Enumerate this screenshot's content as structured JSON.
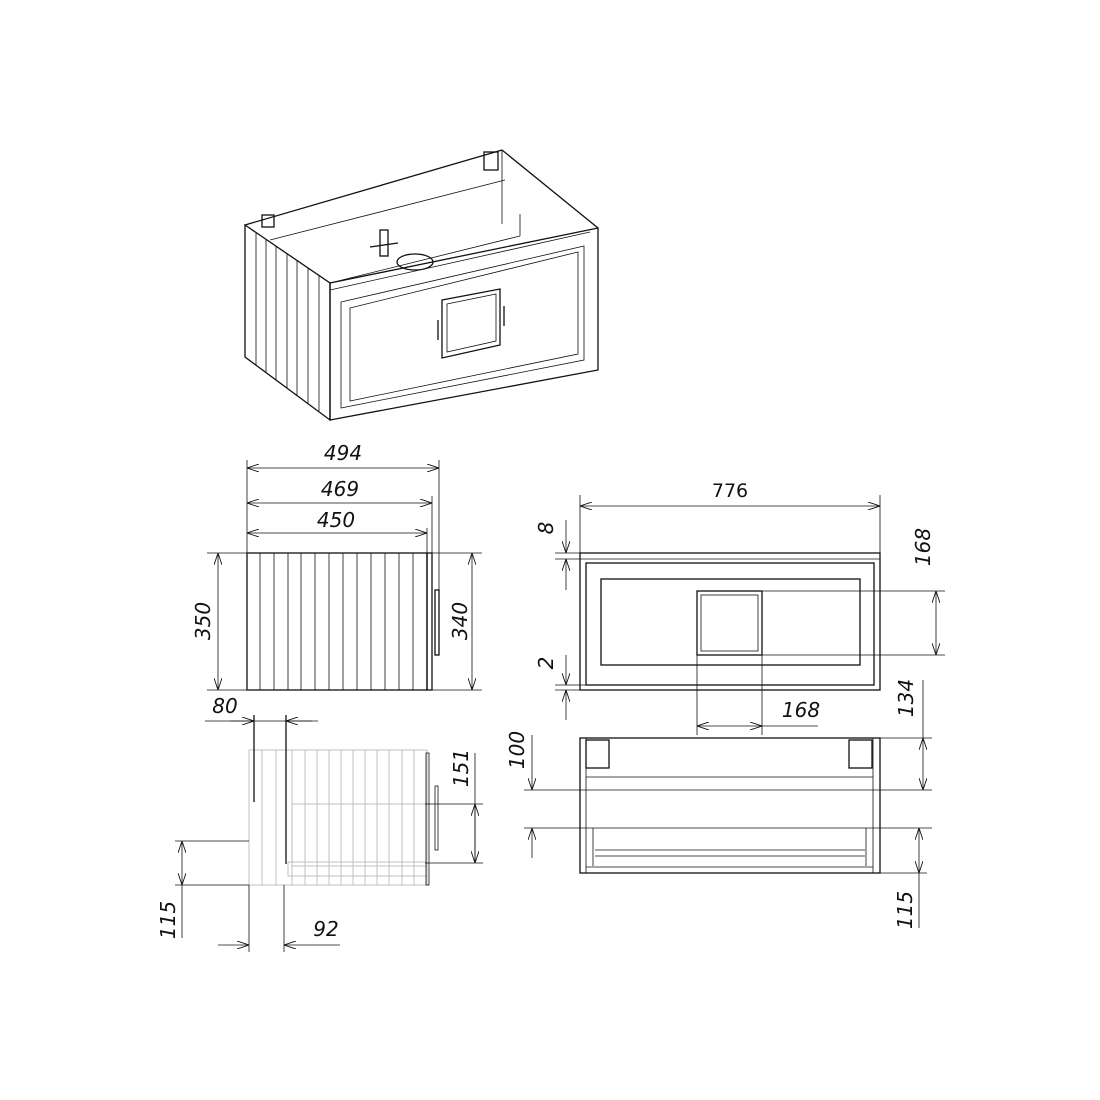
{
  "dimensions": {
    "side_depth_total": "494",
    "side_depth_handle": "469",
    "side_depth_body": "450",
    "side_height": "350",
    "side_handle_height": "340",
    "front_width": "776",
    "front_top_offset": "8",
    "front_handle_vertical": "168",
    "front_bottom_offset": "2",
    "front_handle_width": "168",
    "back_top_to_rail": "134",
    "back_rail_gap": "100",
    "back_bottom": "115",
    "section_wall_offset": "80",
    "section_handle_span": "151",
    "section_bottom": "115",
    "section_depth": "92"
  }
}
